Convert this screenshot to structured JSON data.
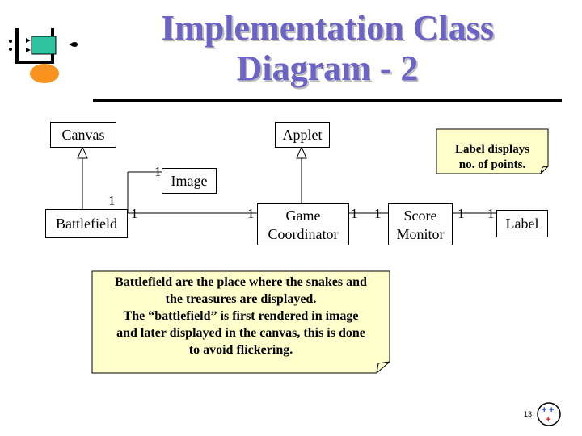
{
  "title": {
    "line1": "Implementation Class",
    "line2": "Diagram - 2"
  },
  "classes": {
    "canvas": "Canvas",
    "applet": "Applet",
    "image": "Image",
    "battlefield": "Battlefield",
    "game_coordinator_1": "Game",
    "game_coordinator_2": "Coordinator",
    "score_monitor_1": "Score",
    "score_monitor_2": "Monitor",
    "label": "Label"
  },
  "multiplicities": {
    "image_end": "1",
    "battlefield_top": "1",
    "battlefield_right": "1",
    "coordinator_left": "1",
    "coordinator_right": "1",
    "monitor_left": "1",
    "monitor_right": "1",
    "label_left": "1"
  },
  "notes": {
    "label_note_1": "Label displays",
    "label_note_2": "no. of points.",
    "battlefield_note_1": "Battlefield are the place where the snakes and",
    "battlefield_note_2": "the treasures are displayed.",
    "battlefield_note_3": "The “battlefield” is first rendered in image",
    "battlefield_note_4": "and later displayed in the canvas, this is done",
    "battlefield_note_5": "to avoid flickering."
  },
  "page_number": "13",
  "colors": {
    "title": "#6b63c6",
    "note_fill": "#ffffcc",
    "logo_green": "#2ec4a0",
    "logo_orange": "#f7931e"
  }
}
